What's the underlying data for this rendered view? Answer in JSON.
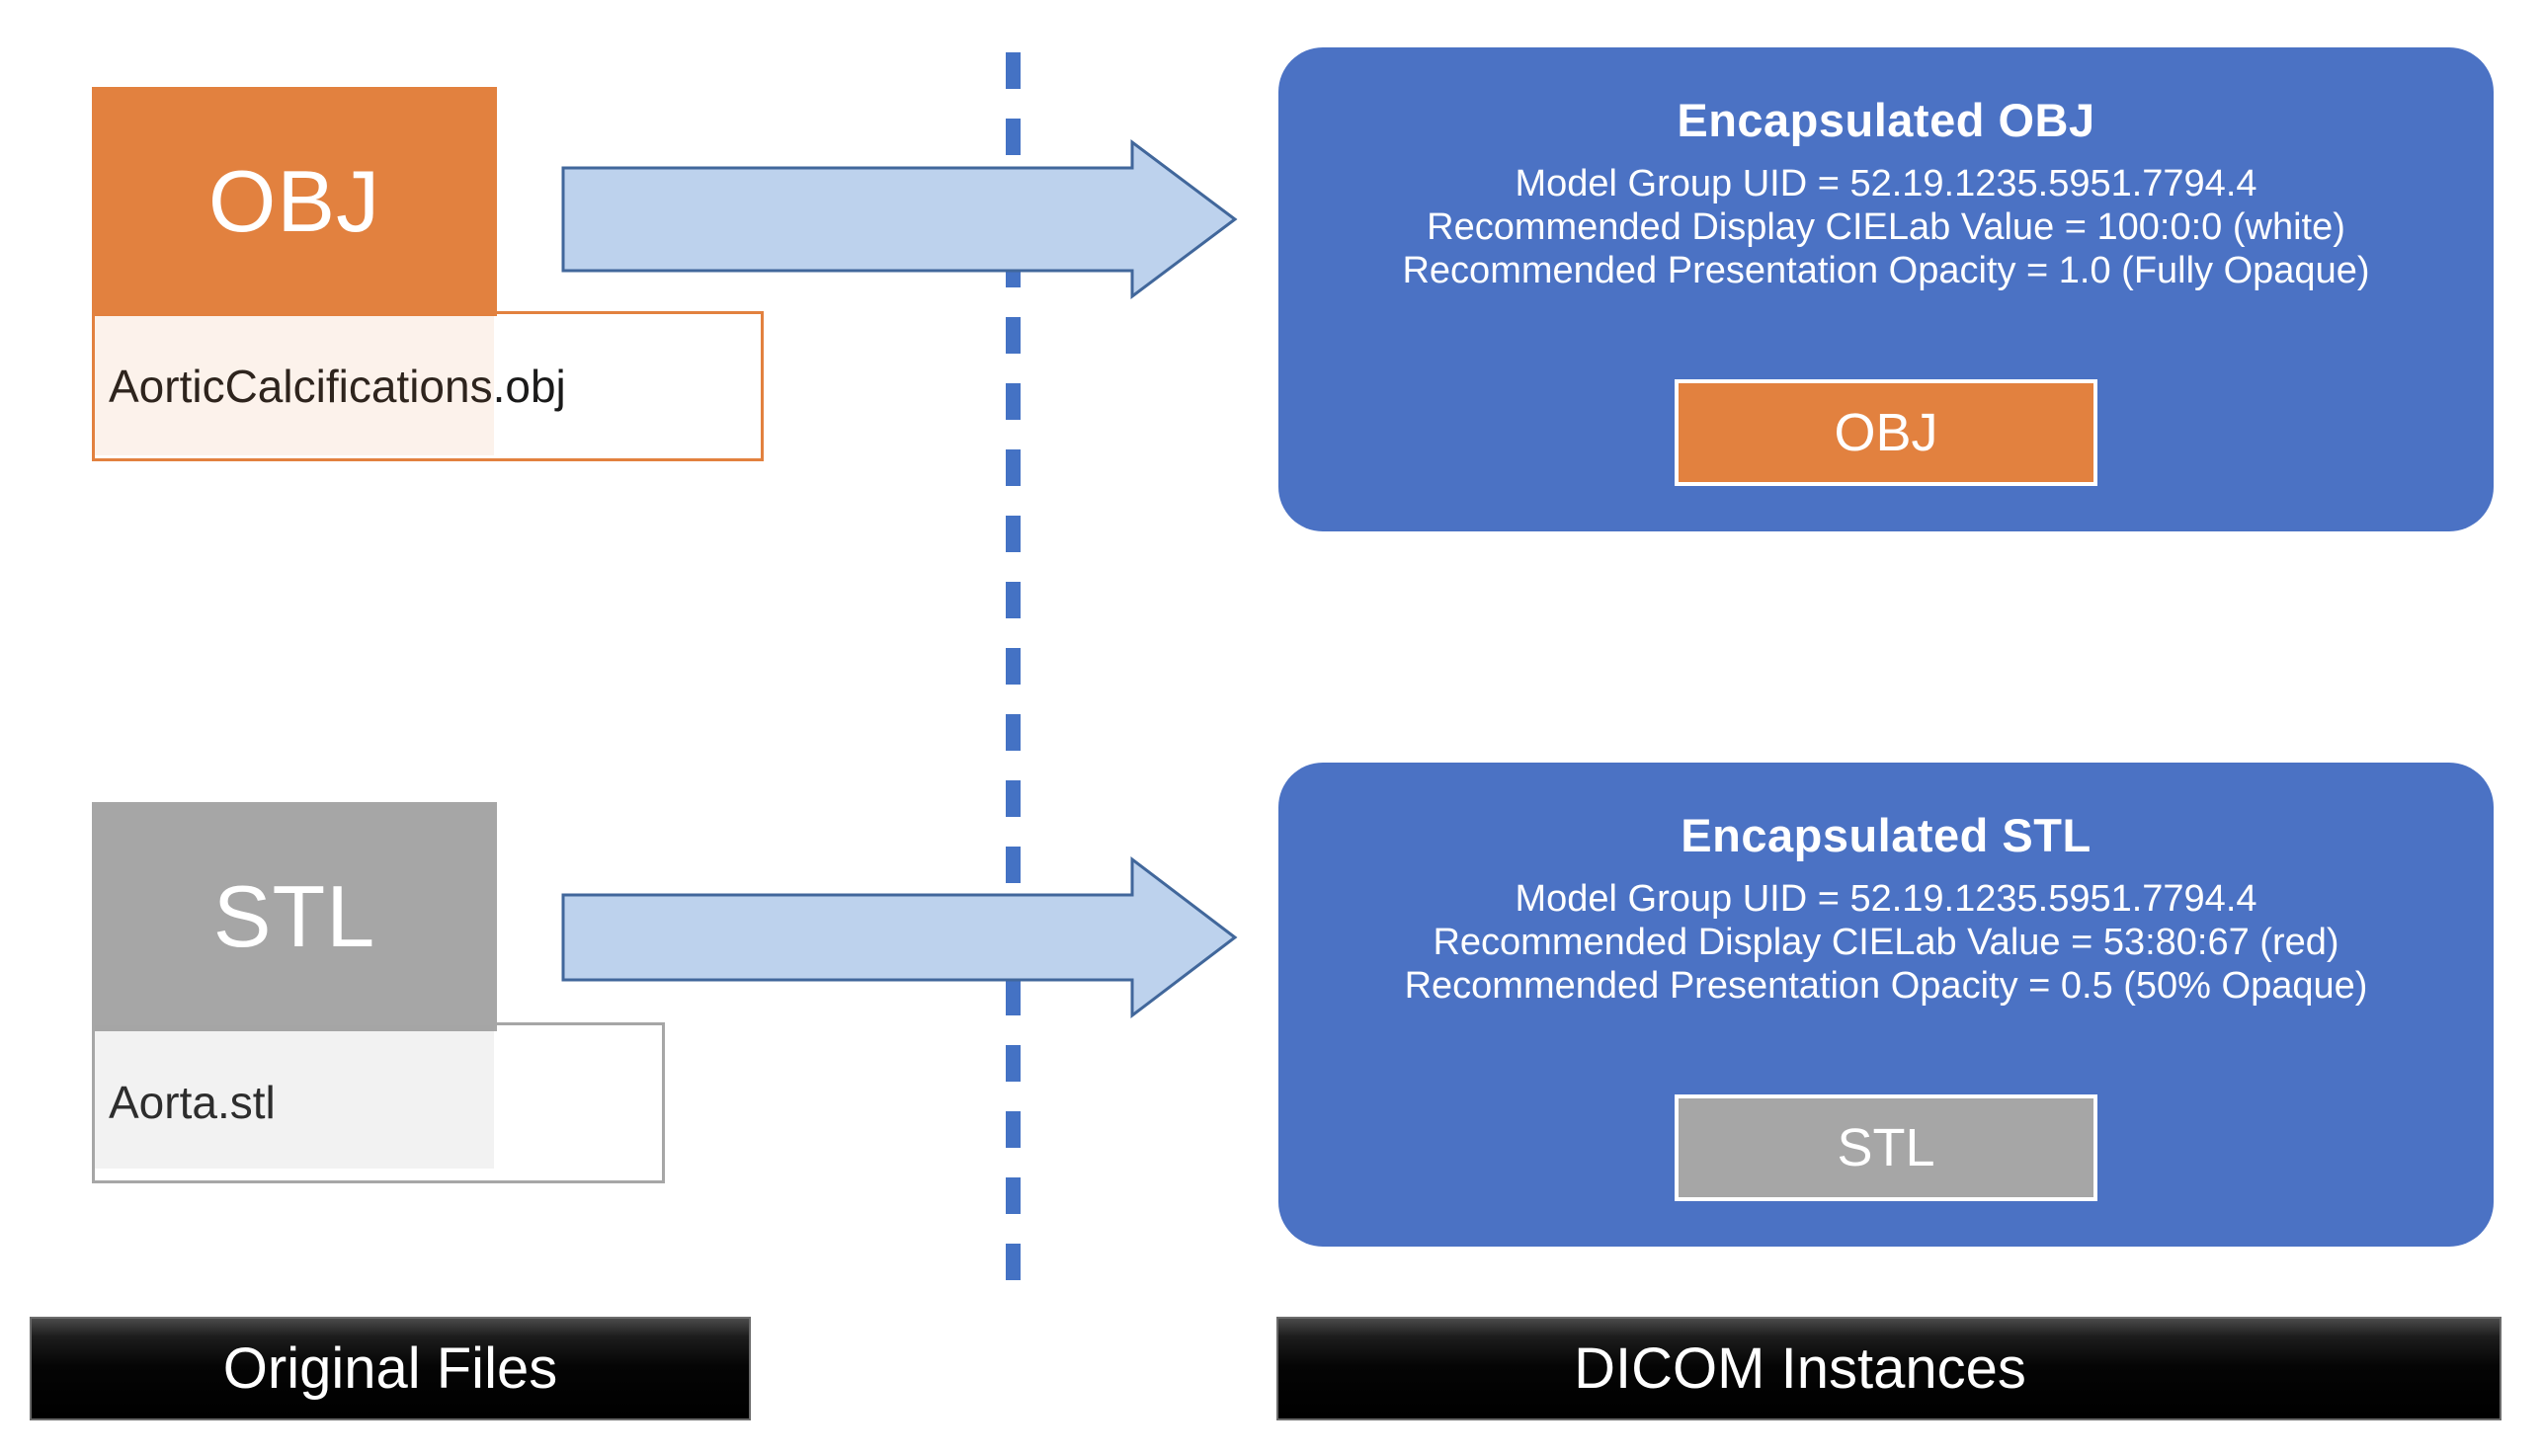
{
  "diagram": {
    "title": "DICOM encapsulation of 3D model files",
    "divider": {
      "name": "vertical-dashed-divider",
      "color": "#4472C4"
    }
  },
  "colors": {
    "orange": "#E2813F",
    "gray": "#A6A6A6",
    "panel_blue": "#4B72C4",
    "arrow_fill": "#BDD2ED",
    "arrow_stroke": "#41679B",
    "footer_black": "#000000",
    "white": "#FFFFFF"
  },
  "left_column": {
    "heading": "Original Files",
    "files": [
      {
        "tile_label": "OBJ",
        "file_name": "AorticCalcifications.obj",
        "tile_color": "#E2813F"
      },
      {
        "tile_label": "STL",
        "file_name": "Aorta.stl",
        "tile_color": "#A6A6A6"
      }
    ]
  },
  "right_column": {
    "heading": "DICOM Instances",
    "panels": [
      {
        "title": "Encapsulated  OBJ",
        "lines": [
          "Model Group UID = 52.19.1235.5951.7794.4",
          "Recommended Display CIELab Value = 100:0:0  (white)",
          "Recommended Presentation Opacity = 1.0 (Fully Opaque)"
        ],
        "chip_label": "OBJ",
        "chip_color": "#E2813F"
      },
      {
        "title": "Encapsulated  STL",
        "lines": [
          "Model Group UID = 52.19.1235.5951.7794.4",
          "Recommended Display CIELab Value = 53:80:67  (red)",
          "Recommended Presentation Opacity = 0.5 (50% Opaque)"
        ],
        "chip_label": "STL",
        "chip_color": "#A6A6A6"
      }
    ]
  },
  "arrows": [
    {
      "name": "arrow-obj-to-encapsulated-obj",
      "direction": "right"
    },
    {
      "name": "arrow-stl-to-encapsulated-stl",
      "direction": "right"
    }
  ]
}
